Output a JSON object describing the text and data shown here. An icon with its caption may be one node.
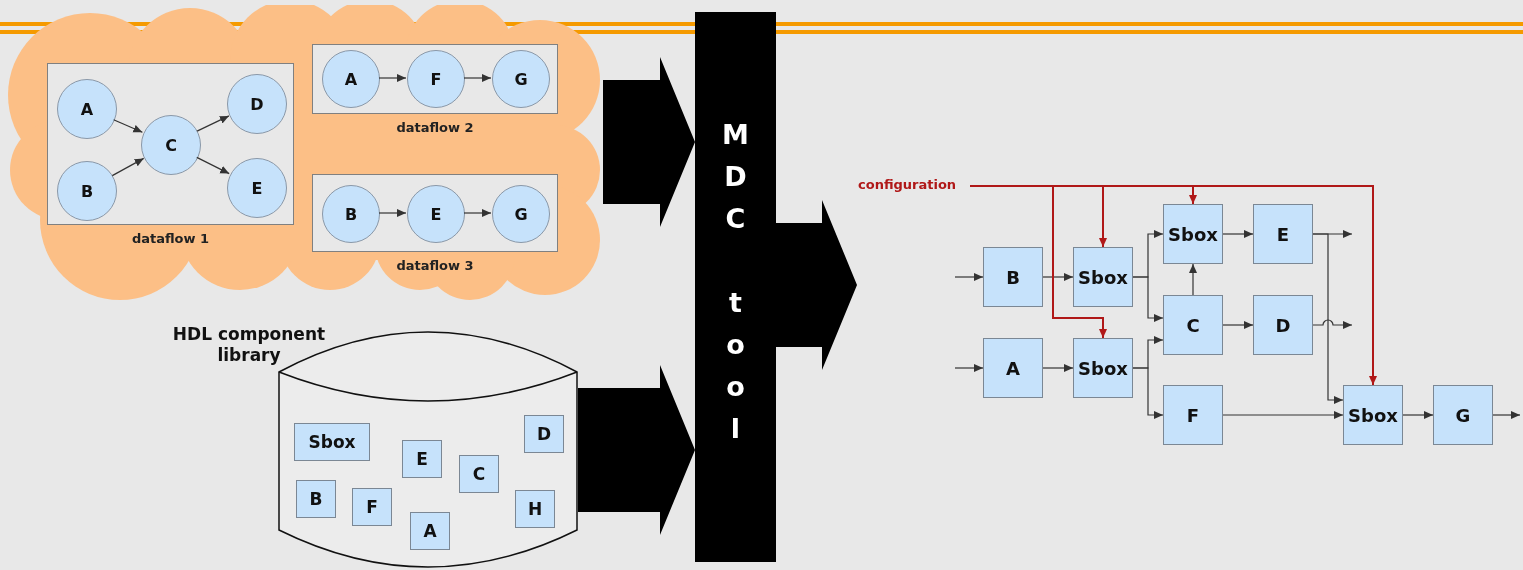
{
  "diagram": {
    "nodes": [
      {
        "text": [],
        "shape": "cloud"
      },
      {
        "text": [
          "dataflow 1"
        ],
        "in": 0
      },
      {
        "text": [
          "A"
        ],
        "in": 1
      },
      {
        "text": [
          "B"
        ],
        "in": 1
      },
      {
        "text": [
          "C"
        ],
        "in": 1
      },
      {
        "text": [
          "D"
        ],
        "in": 1
      },
      {
        "text": [
          "E"
        ],
        "in": 1
      },
      {
        "text": [
          "dataflow 2"
        ],
        "in": 0
      },
      {
        "text": [
          "A"
        ],
        "in": 7
      },
      {
        "text": [
          "F"
        ],
        "in": 7
      },
      {
        "text": [
          "G"
        ],
        "in": 7
      },
      {
        "text": [
          "dataflow 3"
        ],
        "in": 0
      },
      {
        "text": [
          "B"
        ],
        "in": 11
      },
      {
        "text": [
          "E"
        ],
        "in": 11
      },
      {
        "text": [
          "G"
        ],
        "in": 11
      },
      {
        "text": [
          "HDL component library"
        ]
      },
      {
        "text": [
          "Sbox"
        ],
        "in": 15
      },
      {
        "text": [
          "D"
        ],
        "in": 15
      },
      {
        "text": [
          "E"
        ],
        "in": 15
      },
      {
        "text": [
          "C"
        ],
        "in": 15
      },
      {
        "text": [
          "B"
        ],
        "in": 15
      },
      {
        "text": [
          "F"
        ],
        "in": 15
      },
      {
        "text": [
          "H"
        ],
        "in": 15
      },
      {
        "text": [
          "A"
        ],
        "in": 15
      },
      {
        "text": [
          "MDC tool"
        ]
      },
      {
        "text": [
          "configuration"
        ]
      },
      {
        "text": [
          "Sbox"
        ]
      },
      {
        "text": [
          "E"
        ]
      },
      {
        "text": [
          "B"
        ]
      },
      {
        "text": [
          "Sbox"
        ]
      },
      {
        "text": [
          "C"
        ]
      },
      {
        "text": [
          "D"
        ]
      },
      {
        "text": [
          "A"
        ]
      },
      {
        "text": [
          "Sbox"
        ]
      },
      {
        "text": [
          "F"
        ]
      },
      {
        "text": [
          "Sbox"
        ]
      },
      {
        "text": [
          "G"
        ]
      }
    ],
    "edges": [
      {
        "from": 0,
        "to": 24,
        "arrow": "to",
        "style": "thick"
      },
      {
        "from": 15,
        "to": 24,
        "arrow": "to",
        "style": "thick"
      },
      {
        "from": 24,
        "to": null,
        "arrow": "to",
        "style": "thick"
      },
      {
        "from": 2,
        "to": 4,
        "arrow": "to"
      },
      {
        "from": 3,
        "to": 4,
        "arrow": "to"
      },
      {
        "from": 4,
        "to": 5,
        "arrow": "to"
      },
      {
        "from": 4,
        "to": 6,
        "arrow": "to"
      },
      {
        "from": 8,
        "to": 9,
        "arrow": "to"
      },
      {
        "from": 9,
        "to": 10,
        "arrow": "to"
      },
      {
        "from": 12,
        "to": 13,
        "arrow": "to"
      },
      {
        "from": 13,
        "to": 14,
        "arrow": "to"
      },
      {
        "from": null,
        "to": 28,
        "arrow": "to"
      },
      {
        "from": null,
        "to": 32,
        "arrow": "to"
      },
      {
        "from": 28,
        "to": 29,
        "arrow": "to"
      },
      {
        "from": 32,
        "to": 33,
        "arrow": "to"
      },
      {
        "from": 29,
        "to": 26,
        "arrow": "to"
      },
      {
        "from": 29,
        "to": 30,
        "arrow": "to"
      },
      {
        "from": 33,
        "to": 30,
        "arrow": "to"
      },
      {
        "from": 33,
        "to": 34,
        "arrow": "to"
      },
      {
        "from": 30,
        "to": 26,
        "arrow": "to"
      },
      {
        "from": 26,
        "to": 27,
        "arrow": "to"
      },
      {
        "from": 30,
        "to": 31,
        "arrow": "to"
      },
      {
        "from": 27,
        "to": null,
        "arrow": "to"
      },
      {
        "from": 31,
        "to": null,
        "arrow": "to"
      },
      {
        "from": 27,
        "to": 35,
        "arrow": "to"
      },
      {
        "from": 34,
        "to": 35,
        "arrow": "to"
      },
      {
        "from": 35,
        "to": 36,
        "arrow": "to"
      },
      {
        "from": 36,
        "to": null,
        "arrow": "to"
      },
      {
        "from": 25,
        "to": 29,
        "arrow": "to",
        "color": "#b01818"
      },
      {
        "from": 25,
        "to": 26,
        "arrow": "to",
        "color": "#b01818"
      },
      {
        "from": 25,
        "to": 33,
        "arrow": "to",
        "color": "#b01818"
      },
      {
        "from": 25,
        "to": 35,
        "arrow": "to",
        "color": "#b01818"
      }
    ]
  }
}
